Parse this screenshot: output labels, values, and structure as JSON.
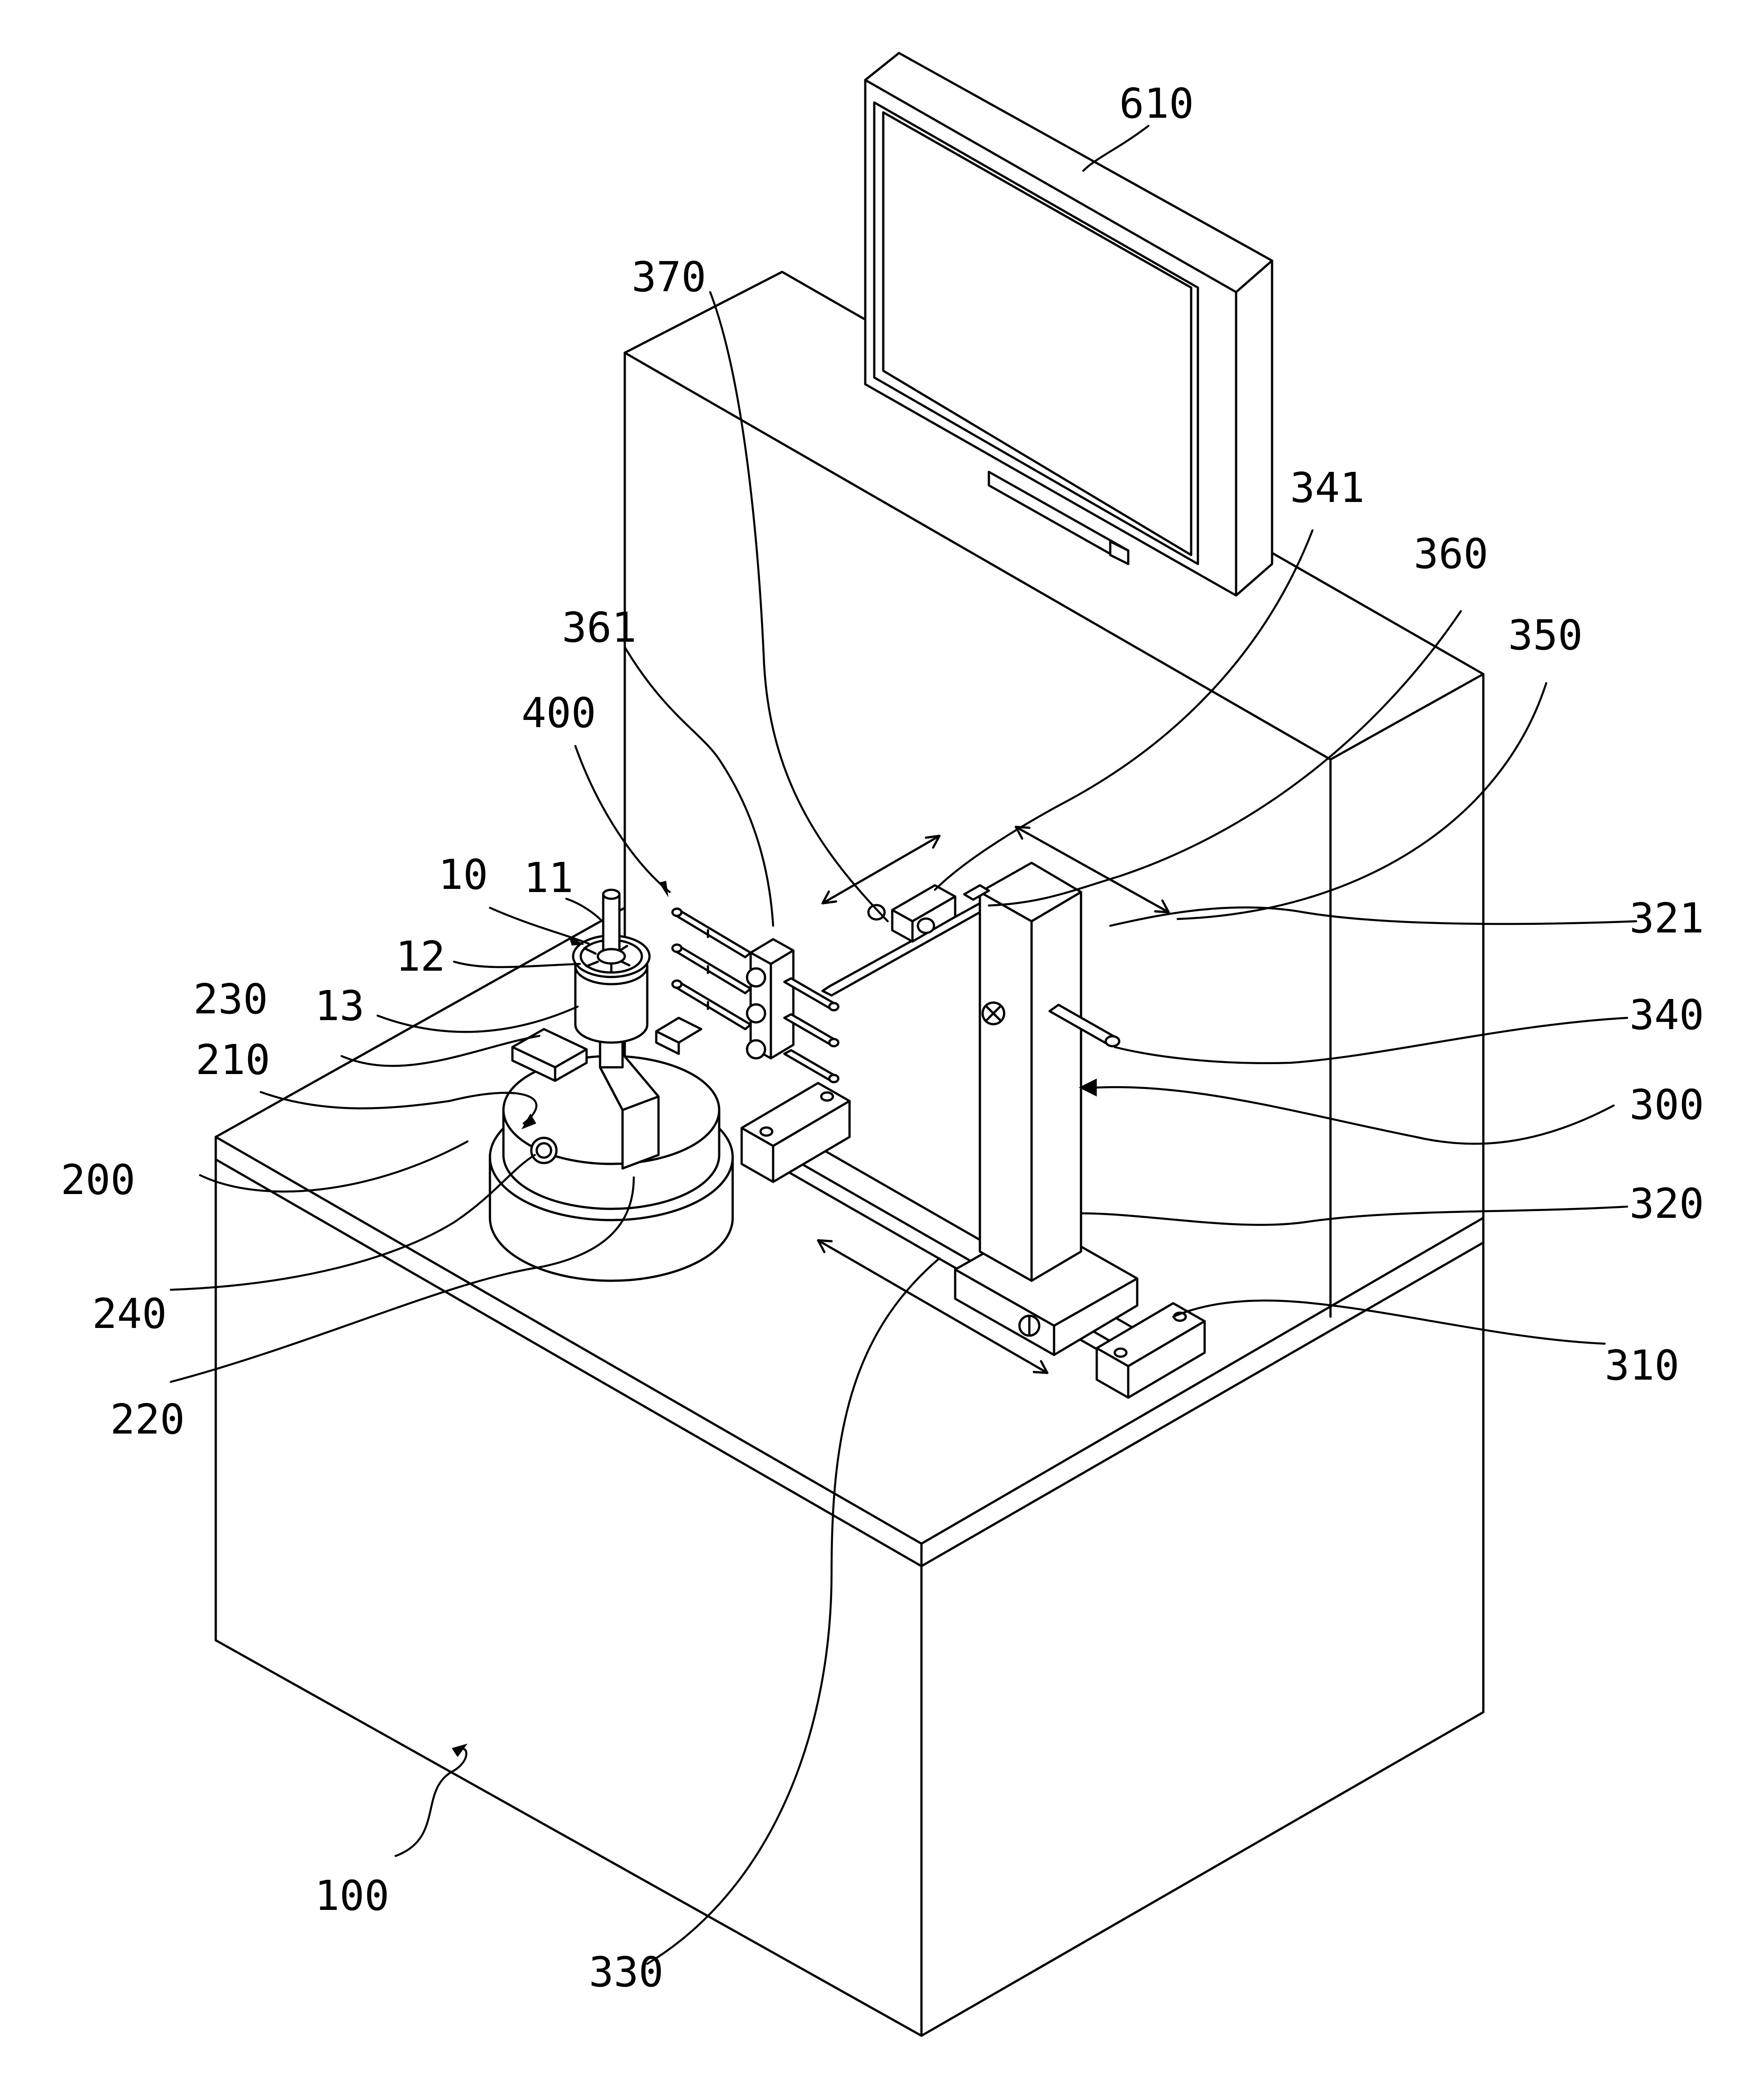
{
  "labels": {
    "l610": "610",
    "l370": "370",
    "l341": "341",
    "l360": "360",
    "l350": "350",
    "l361": "361",
    "l400": "400",
    "l10": "10",
    "l11": "11",
    "l12": "12",
    "l13": "13",
    "l230": "230",
    "l210": "210",
    "l321": "321",
    "l340": "340",
    "l300": "300",
    "l200": "200",
    "l320": "320",
    "l240": "240",
    "l310": "310",
    "l220": "220",
    "l100": "100",
    "l330": "330"
  }
}
